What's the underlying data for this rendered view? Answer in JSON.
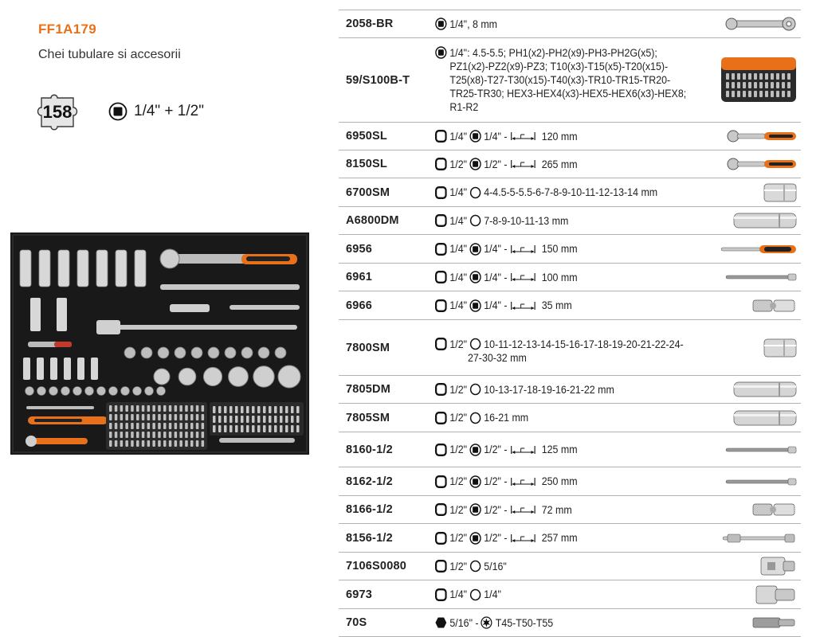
{
  "header": {
    "code": "FF1A179",
    "subtitle": "Chei tubulare si accesorii",
    "piece_count": "158",
    "drive_sizes": "1/4\" + 1/2\""
  },
  "rows": [
    {
      "code": "2058-BR",
      "desc": "1/4\", 8 mm",
      "thumb": "ratchet-wrench-icon"
    },
    {
      "code": "59/S100B-T",
      "desc": "1/4\": 4.5-5.5; PH1(x2)-PH2(x9)-PH3-PH2G(x5); PZ1(x2)-PZ2(x9)-PZ3; T10(x3)-T15(x5)-T20(x15)-T25(x8)-T27-T30(x15)-T40(x3)-TR10-TR15-TR20-TR25-TR30; HEX3-HEX4(x3)-HEX5-HEX6(x3)-HEX8; R1-R2",
      "thumb": "bit-case-icon"
    },
    {
      "code": "6950SL",
      "drive": "1/4\"",
      "drive2": "1/4\" -",
      "length": "120 mm",
      "thumb": "ratchet-icon"
    },
    {
      "code": "8150SL",
      "drive": "1/2\"",
      "drive2": "1/2\" -",
      "length": "265 mm",
      "thumb": "ratchet-icon"
    },
    {
      "code": "6700SM",
      "drive": "1/4\"",
      "sizes": "4-4.5-5-5.5-6-7-8-9-10-11-12-13-14 mm",
      "thumb": "socket-icon"
    },
    {
      "code": "A6800DM",
      "drive": "1/4\"",
      "sizes": "7-8-9-10-11-13 mm",
      "thumb": "deep-socket-icon"
    },
    {
      "code": "6956",
      "drive": "1/4\"",
      "drive2": "1/4\" -",
      "length": "150 mm",
      "thumb": "spinner-handle-icon"
    },
    {
      "code": "6961",
      "drive": "1/4\"",
      "drive2": "1/4\" -",
      "length": "100 mm",
      "thumb": "extension-bar-icon"
    },
    {
      "code": "6966",
      "drive": "1/4\"",
      "drive2": "1/4\" -",
      "length": "35 mm",
      "thumb": "universal-joint-icon"
    },
    {
      "code": "7800SM",
      "drive": "1/2\"",
      "sizes": "10-11-12-13-14-15-16-17-18-19-20-21-22-24-",
      "sizes2": "27-30-32 mm",
      "thumb": "socket-icon"
    },
    {
      "code": "7805DM",
      "drive": "1/2\"",
      "sizes": "10-13-17-18-19-16-21-22 mm",
      "thumb": "deep-socket-icon"
    },
    {
      "code": "7805SM",
      "drive": "1/2\"",
      "sizes": "16-21 mm",
      "thumb": "deep-socket-icon"
    },
    {
      "code": "8160-1/2",
      "drive": "1/2\"",
      "drive2": "1/2\" -",
      "length": "125 mm",
      "thumb": "extension-bar-icon"
    },
    {
      "code": "8162-1/2",
      "drive": "1/2\"",
      "drive2": "1/2\" -",
      "length": "250 mm",
      "thumb": "extension-bar-icon"
    },
    {
      "code": "8166-1/2",
      "drive": "1/2\"",
      "drive2": "1/2\" -",
      "length": "72 mm",
      "thumb": "universal-joint-icon"
    },
    {
      "code": "8156-1/2",
      "drive": "1/2\"",
      "drive2": "1/2\" -",
      "length": "257 mm",
      "thumb": "sliding-t-bar-icon"
    },
    {
      "code": "7106S0080",
      "drive": "1/2\"",
      "sizes": "5/16\"",
      "thumb": "bit-holder-socket-icon"
    },
    {
      "code": "6973",
      "drive": "1/4\"",
      "sizes": "1/4\"",
      "thumb": "bit-adapter-icon"
    },
    {
      "code": "70S",
      "hex": "5/16\" -",
      "torx": "T45-T50-T55",
      "thumb": "torx-bit-icon"
    }
  ],
  "colors": {
    "accent": "#e8701a",
    "rule": "#b3b3b3",
    "tray": "#191919"
  }
}
